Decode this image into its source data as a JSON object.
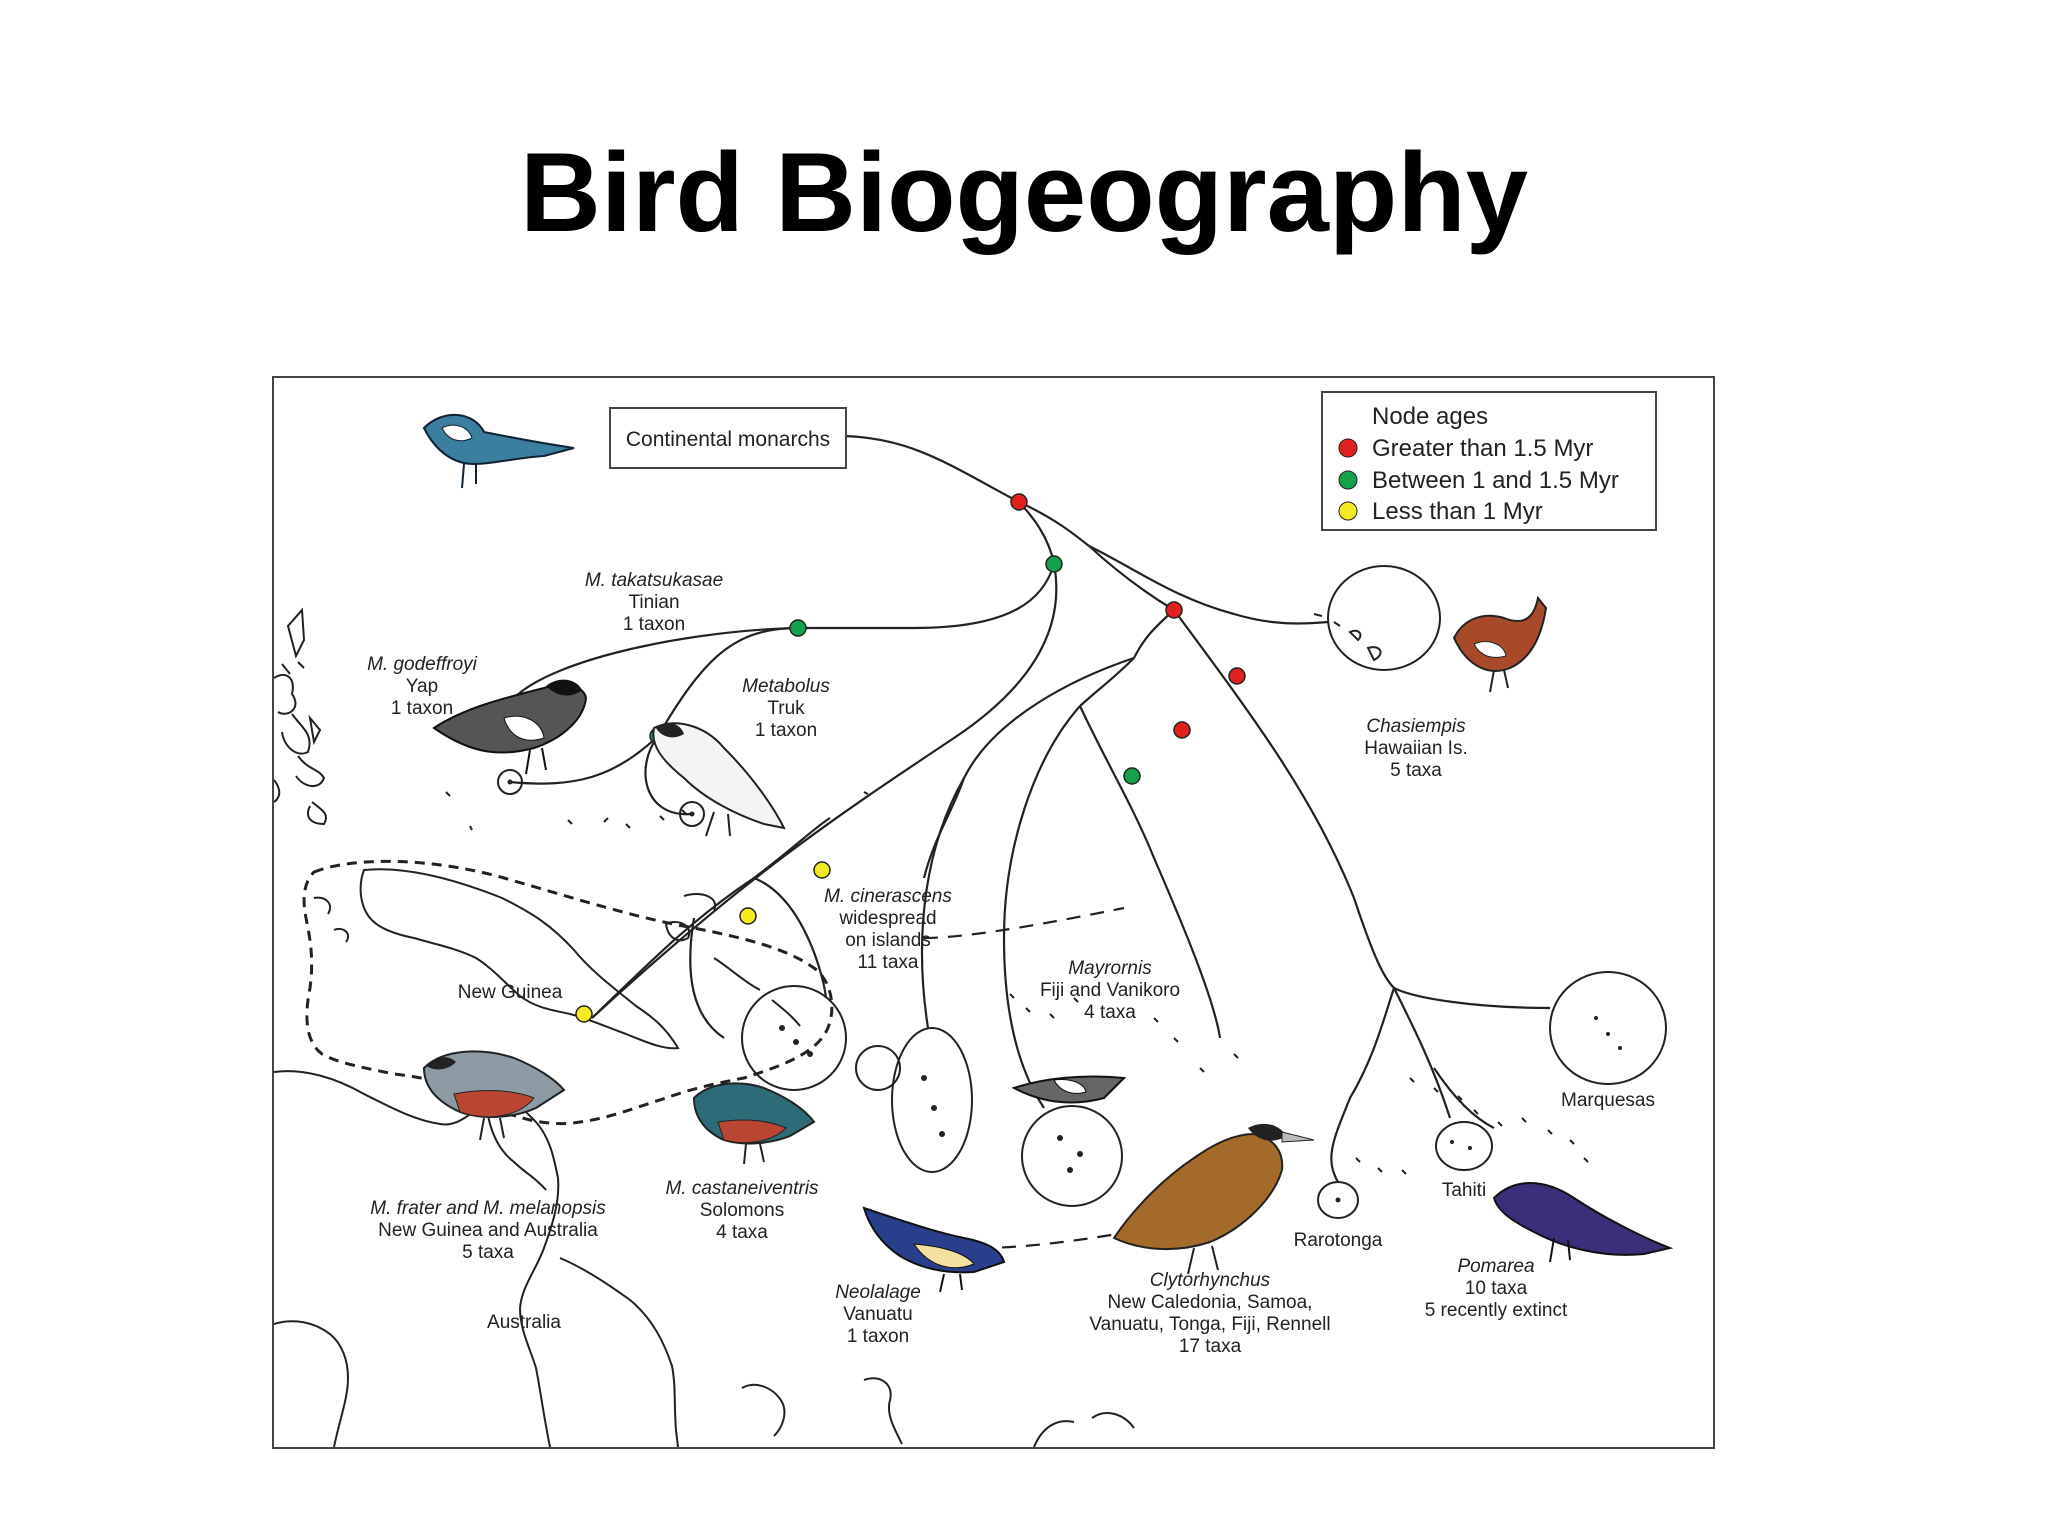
{
  "slide": {
    "title": "Bird Biogeography"
  },
  "legend": {
    "title": "Node ages",
    "items": [
      {
        "label": "Greater than 1.5 Myr",
        "color": "#e0211e"
      },
      {
        "label": "Between 1 and 1.5 Myr",
        "color": "#14a14a"
      },
      {
        "label": "Less than 1 Myr",
        "color": "#f4ea21"
      }
    ]
  },
  "root_label": "Continental monarchs",
  "taxa": [
    {
      "id": "takatsukasae",
      "name": "M. takatsukasae",
      "lines": [
        "Tinian",
        "1 taxon"
      ]
    },
    {
      "id": "godeffroyi",
      "name": "M. godeffroyi",
      "lines": [
        "Yap",
        "1 taxon"
      ]
    },
    {
      "id": "metabolus",
      "name": "Metabolus",
      "lines": [
        "Truk",
        "1 taxon"
      ]
    },
    {
      "id": "cinerascens",
      "name": "M. cinerascens",
      "lines": [
        "widespread",
        "on islands",
        "11 taxa"
      ]
    },
    {
      "id": "chasiempis",
      "name": "Chasiempis",
      "lines": [
        "Hawaiian Is.",
        "5 taxa"
      ]
    },
    {
      "id": "mayrornis",
      "name": "Mayrornis",
      "lines": [
        "Fiji and Vanikoro",
        "4 taxa"
      ]
    },
    {
      "id": "frater",
      "name": "M. frater and M. melanopsis",
      "lines": [
        "New Guinea and Australia",
        "5 taxa"
      ]
    },
    {
      "id": "castaneiventris",
      "name": "M. castaneiventris",
      "lines": [
        "Solomons",
        "4 taxa"
      ]
    },
    {
      "id": "neolalage",
      "name": "Neolalage",
      "lines": [
        "Vanuatu",
        "1 taxon"
      ]
    },
    {
      "id": "clytorhynchus",
      "name": "Clytorhynchus",
      "lines": [
        "New Caledonia, Samoa,",
        "Vanuatu, Tonga, Fiji, Rennell",
        "17 taxa"
      ]
    },
    {
      "id": "pomarea",
      "name": "Pomarea",
      "lines": [
        "10 taxa",
        "5 recently extinct"
      ]
    }
  ],
  "places": {
    "new_guinea": "New Guinea",
    "australia": "Australia",
    "marquesas": "Marquesas",
    "tahiti": "Tahiti",
    "rarotonga": "Rarotonga"
  }
}
